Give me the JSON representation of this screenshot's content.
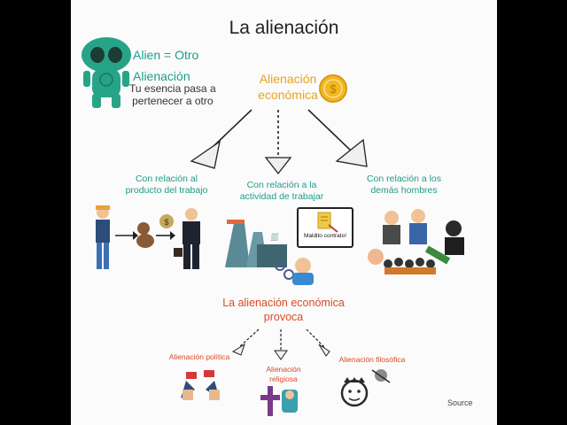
{
  "title": "La alienación",
  "alien": {
    "equation": "Alien = Otro",
    "word": "Alienación",
    "definition_line1": "Tu esencia pasa a",
    "definition_line2": "pertenecer a otro"
  },
  "economic": {
    "line1": "Alienación",
    "line2": "económica"
  },
  "categories": [
    {
      "line1": "Con relación al",
      "line2": "producto del trabajo"
    },
    {
      "line1": "Con relación a la",
      "line2": "actividad de trabajar"
    },
    {
      "line1": "Con relación a los",
      "line2": "demás hombres"
    }
  ],
  "speech_bubble": "Maldito contrato!",
  "provoca": {
    "line1": "La alienación económica",
    "line2": "provoca"
  },
  "consequences": {
    "politica": "Alienación política",
    "religiosa_line1": "Alienación",
    "religiosa_line2": "religiosa",
    "filosofica": "Alienación filosófica"
  },
  "source_link": "Source",
  "colors": {
    "teal": "#1f9c8a",
    "orange": "#e7a21c",
    "red": "#d94a26",
    "coin": "#f2b821"
  }
}
